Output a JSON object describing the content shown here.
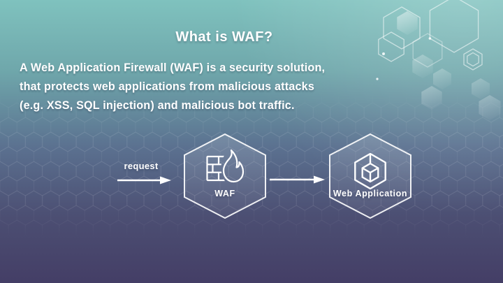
{
  "slide": {
    "title": "What is WAF?",
    "body_lines": [
      "A Web Application Firewall (WAF) is a security solution,",
      "that protects web applications from malicious attacks",
      "(e.g. XSS, SQL injection) and malicious bot traffic."
    ]
  },
  "diagram": {
    "request_label": "request",
    "nodes": [
      {
        "label": "WAF",
        "icon": "firewall-flame-icon"
      },
      {
        "label": "Web Application",
        "icon": "hexagon-cube-icon"
      }
    ]
  },
  "icons": {
    "waf_node": "firewall-flame-icon",
    "webapp_node": "hexagon-cube-icon",
    "flow": "arrow-right-icon",
    "decor": "hexagon-decor-icon"
  },
  "colors": {
    "background_top": "#7fc2be",
    "background_upper": "#6fa7ab",
    "background_mid": "#5b7190",
    "background_lower": "#4c4f73",
    "background_bottom": "#443e66",
    "text": "#ffffff",
    "hex_stroke": "#ffffff"
  }
}
